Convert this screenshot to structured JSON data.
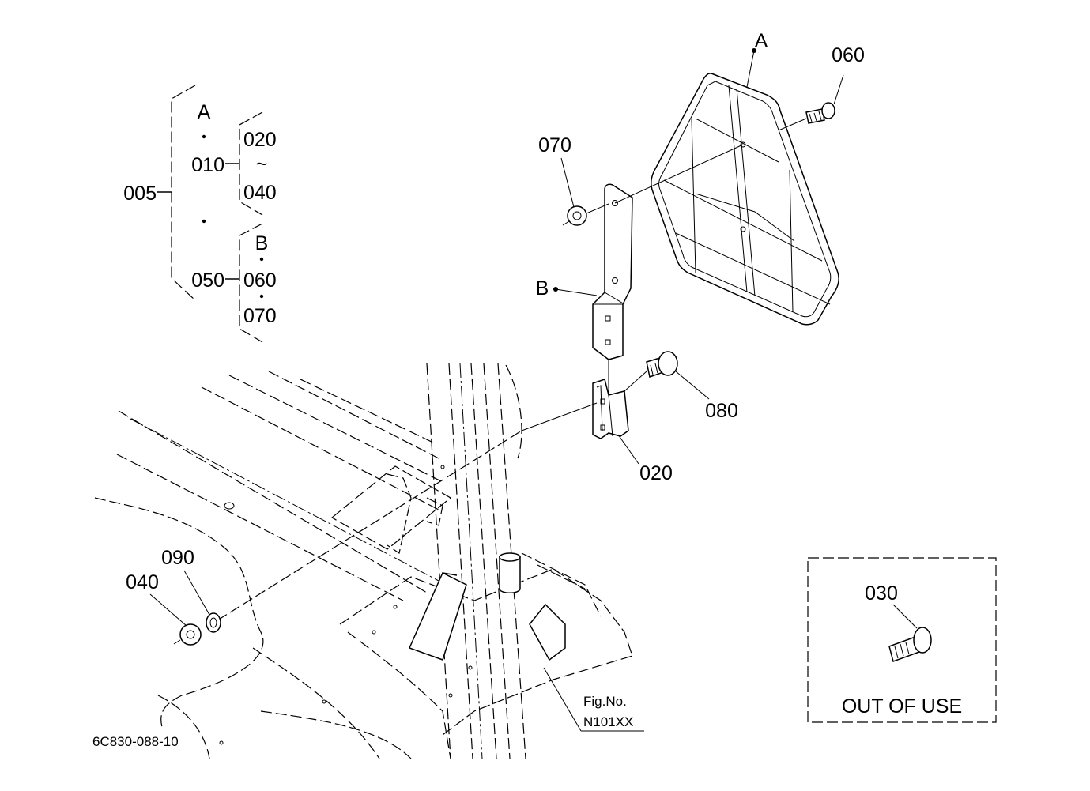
{
  "tree": {
    "a_label": "A",
    "root": "005",
    "n010": "010",
    "n020": "020",
    "tilde": "~",
    "n040": "040",
    "b_label": "B",
    "n050": "050",
    "n060": "060",
    "n070": "070"
  },
  "callouts": {
    "A": "A",
    "B": "B",
    "c060": "060",
    "c070": "070",
    "c080": "080",
    "c020": "020",
    "c090": "090",
    "c040": "040",
    "c030": "030"
  },
  "out_of_use": "OUT OF USE",
  "fig_no_label": "Fig.No.",
  "fig_no_value": "N101XX",
  "drawing_code": "6C830-088-10"
}
